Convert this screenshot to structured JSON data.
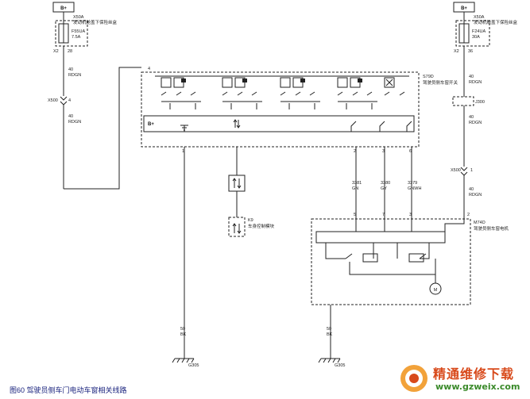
{
  "fuses": [
    {
      "supply": "B+",
      "connector": "X50A",
      "location": "发动机舱盖下保险丝盒",
      "name": "F55UA",
      "rating": "7.5A",
      "pin_conn": "X2",
      "pin": "28"
    },
    {
      "supply": "B+",
      "connector": "X50A",
      "location": "发动机舱盖下保险丝盒",
      "name": "F24UA",
      "rating": "30A",
      "pin_conn": "X2",
      "pin": "36"
    }
  ],
  "wires": {
    "left_upper": {
      "gauge": "40",
      "color": "RDGN"
    },
    "left_lower": {
      "gauge": "40",
      "color": "RDGN"
    },
    "left_inline": {
      "conn": "X500",
      "pin": "4"
    },
    "right_upper": {
      "gauge": "40",
      "color": "RDGN"
    },
    "right_mid": {
      "gauge": "40",
      "color": "RDGN"
    },
    "right_lower": {
      "gauge": "40",
      "color": "RDGN"
    },
    "right_inline": {
      "conn": "X500",
      "pin": "1"
    },
    "splice": "J300",
    "w3381": {
      "circuit": "3381",
      "color": "GN"
    },
    "w3380": {
      "circuit": "3380",
      "color": "GY"
    },
    "w3379": {
      "circuit": "3379",
      "color": "GNWH"
    },
    "ground1": {
      "gauge": "50",
      "color": "BK",
      "ground": "G305"
    },
    "ground2": {
      "gauge": "50",
      "color": "BK",
      "ground": "G305"
    }
  },
  "switch": {
    "name": "S79D",
    "desc": "驾驶员侧车窗开关",
    "bplus": "B+",
    "pin_in": "4",
    "pins": [
      "1",
      "2",
      "3",
      "6"
    ]
  },
  "module": {
    "name": "K9",
    "desc": "车身控制模块"
  },
  "motor": {
    "name": "M74D",
    "desc": "驾驶员侧车窗电机",
    "pins": [
      "5",
      "7",
      "3",
      "2"
    ],
    "symbol": "M"
  },
  "caption": "图60 驾驶员侧车门电动车窗相关线路",
  "watermark": {
    "brand": "精通维修下载",
    "url": "www.gzweix.com"
  }
}
